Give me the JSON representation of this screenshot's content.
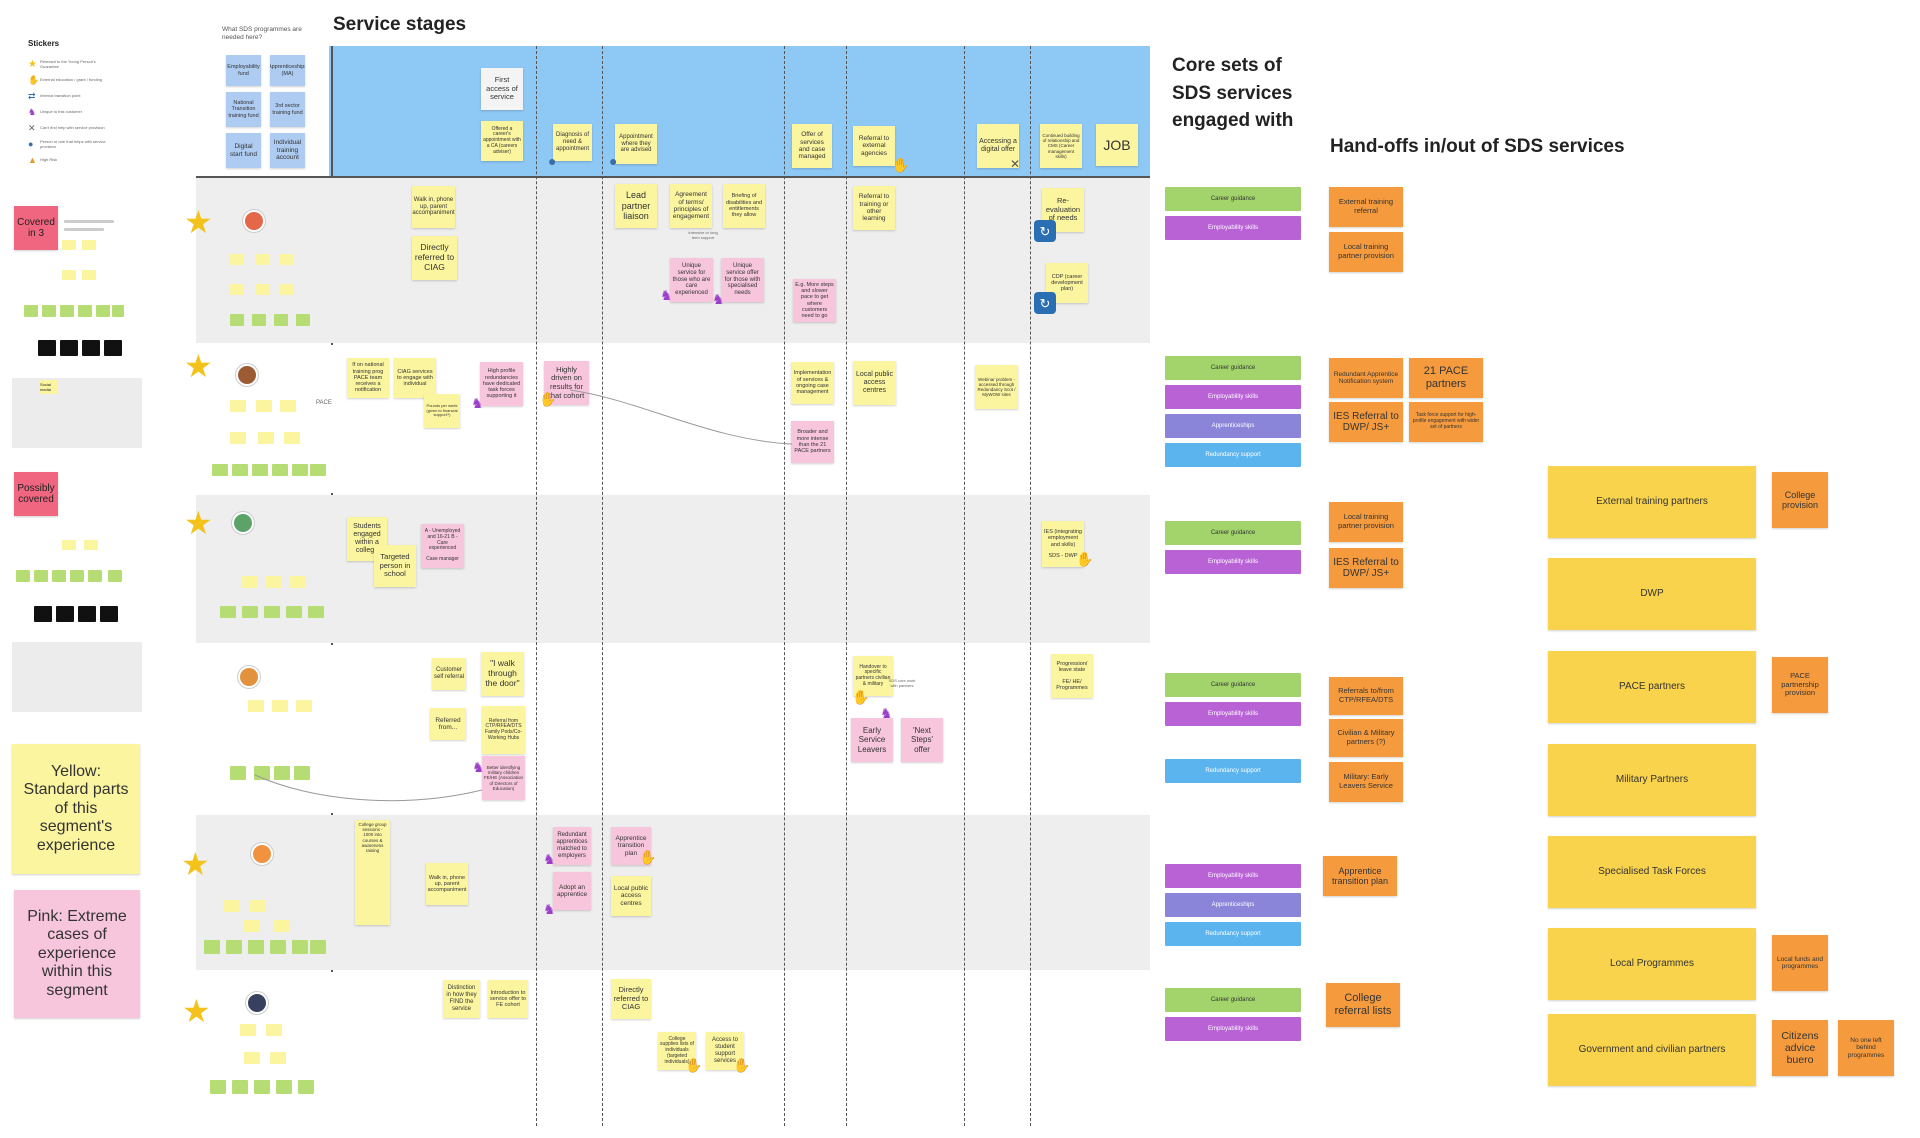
{
  "headers": {
    "service_stages": "Service stages",
    "core_sets": "Core sets of SDS services engaged with",
    "handoffs": "Hand-offs in/out of SDS services"
  },
  "left": {
    "stickers_title": "Stickers",
    "sticker_items": [
      "Relevant to the Young Person's Guarantee",
      "External education / grant / funding",
      "Internal transition point",
      "Unique to this customer",
      "Can't find help with service provision",
      "Person or role that helps with service provision",
      "High Risk"
    ],
    "programmes_question": "What SDS programmes are needed here?",
    "programmes": [
      "Employability fund",
      "Apprenticeships (MA)",
      "National Transition training fund",
      "3rd sector training fund",
      "Digital start fund",
      "Individual training account"
    ],
    "covered": "Covered in 3",
    "possibly": "Possibly covered",
    "legend_yellow": "Yellow: Standard parts of this segment's experience",
    "legend_pink": "Pink: Extreme cases of experience within this segment",
    "social_media": "Social media"
  },
  "stages": {
    "first_access": "First access of service",
    "offered": "Offered a career's appointment with a CA (careers adviser)",
    "diagnosis": "Diagnosis of need & appointment",
    "appointment": "Appointment where they are advised",
    "offer_services": "Offer of services and case managed",
    "referral_external": "Referral to external agencies",
    "accessing_digital": "Accessing a digital offer",
    "continued": "Continued building of relationship and CMS (Career management skills)",
    "job": "JOB"
  },
  "lane1": {
    "walk_in": "Walk in, phone up, parent accompaniment",
    "directly_ciag": "Directly referred to CIAG",
    "lead_partner": "Lead partner liaison",
    "agreement": "Agreement of terms/ principles of engagement",
    "briefing": "Briefing of disabilities and entitlements they allow",
    "intensive": "Intensive or long term support",
    "unique_care": "Unique service for those who are care experienced",
    "unique_disab": "Unique service offer for those with specialised needs",
    "more_steps": "E.g. More steps and slower pace to get where customers need to go",
    "referral_training": "Referral to training or other learning",
    "reeval": "Re-evaluation of needs",
    "cdp": "CDP (career development plan)"
  },
  "lane2": {
    "national": "If on national training prog PACE team receives a notification",
    "ciag_services": "CIAG services to engage with individual",
    "pounds": "Pounds per week (given to financial support?)",
    "high_profile": "High profile redundancies have dedicated task forces supporting it",
    "highly_driven": "Highly driven on results for that cohort",
    "implementation": "Implementation of services & ongoing case management",
    "broader": "Broader and more intense than the 21 PACE partners",
    "local_public": "Local public access centres",
    "webinar": "Webinar problem - accessed through Redundancy Scot / MyWOW sites",
    "pace": "PACE"
  },
  "lane3": {
    "students": "Students engaged within a college",
    "targeted": "Targeted person in school",
    "unemployed": "A - Unemployed and 16-21 B - Care experienced",
    "case_manager": "Case manager",
    "ies": "IES (integrating employment and skills)",
    "sds_dwp": "SDS - DWP"
  },
  "lane4": {
    "self_referral": "Customer self referral",
    "walk_door": "\"I walk through the door\"",
    "referred_from": "Referred from...",
    "referral_ctp": "Referral from CTP/RFEA/DTS Family Pods/Co-Working Hubs",
    "better": "Better identifying military children FE/HE (Association of Directors of Education)",
    "handover": "Handover to specific partners civilian & military",
    "sds_core": "SDS core work with partners",
    "early": "Early Service Leavers",
    "next_steps": "'Next Steps' offer",
    "progression": "Progression/ leave state",
    "fe_he": "FE/ HE/ Programmes"
  },
  "lane5": {
    "college_group": "College group sessions - 1000 into courses & awareness raising",
    "walk_in": "Walk in, phone up, parent accompaniment",
    "redundant": "Redundant apprentices matched to employers",
    "adopt": "Adopt an apprentice",
    "app_plan": "Apprentice transition plan",
    "local_public": "Local public access centres"
  },
  "lane6": {
    "distinction": "Distinction in how they FIND the service",
    "introduction": "Introduction to service offer to FE cohort",
    "directly": "Directly referred to CIAG",
    "college_supplies": "College supplies lists of individuals (targeted individuals)",
    "access_student": "Access to student support services"
  },
  "core": {
    "career_guidance": "Career guidance",
    "employability": "Employability skills",
    "apprenticeships": "Apprenticeships",
    "redundancy": "Redundancy support"
  },
  "handoffs": {
    "r1a": "External training referral",
    "r1b": "Local training partner provision",
    "r2a": "Redundant Apprentice Notification system",
    "r2b": "21 PACE partners",
    "r2c": "IES Referral to DWP/ JS+",
    "r2d": "Task force support for high-profile engagement with wider set of partners",
    "r3a": "Local training partner provision",
    "r3b": "IES Referral to DWP/ JS+",
    "r4a": "Referrals to/from CTP/RFEA/DTS",
    "r4b": "Civilian & Military partners (?)",
    "r4c": "Military: Early Leavers Service",
    "r5a": "Apprentice transition plan",
    "r6a": "College referral lists"
  },
  "partners": {
    "external_training": "External training partners",
    "college_provision": "College provision",
    "dwp": "DWP",
    "pace": "PACE partners",
    "pace_provision": "PACE partnership provision",
    "military": "Military Partners",
    "task_forces": "Specialised Task Forces",
    "local_programmes": "Local Programmes",
    "local_funds": "Local funds and programmes",
    "government": "Government and civilian partners",
    "citizens": "Citizens advice buero",
    "no_one": "No one left behind programmes"
  },
  "colors": {
    "header_blue": "#8ec8f5",
    "yellow": "#fbf59f",
    "pink": "#f7c6dc",
    "orange": "#f59b3e",
    "gold": "#f9d34c",
    "green": "#a3d46c",
    "purple": "#b862d6"
  }
}
